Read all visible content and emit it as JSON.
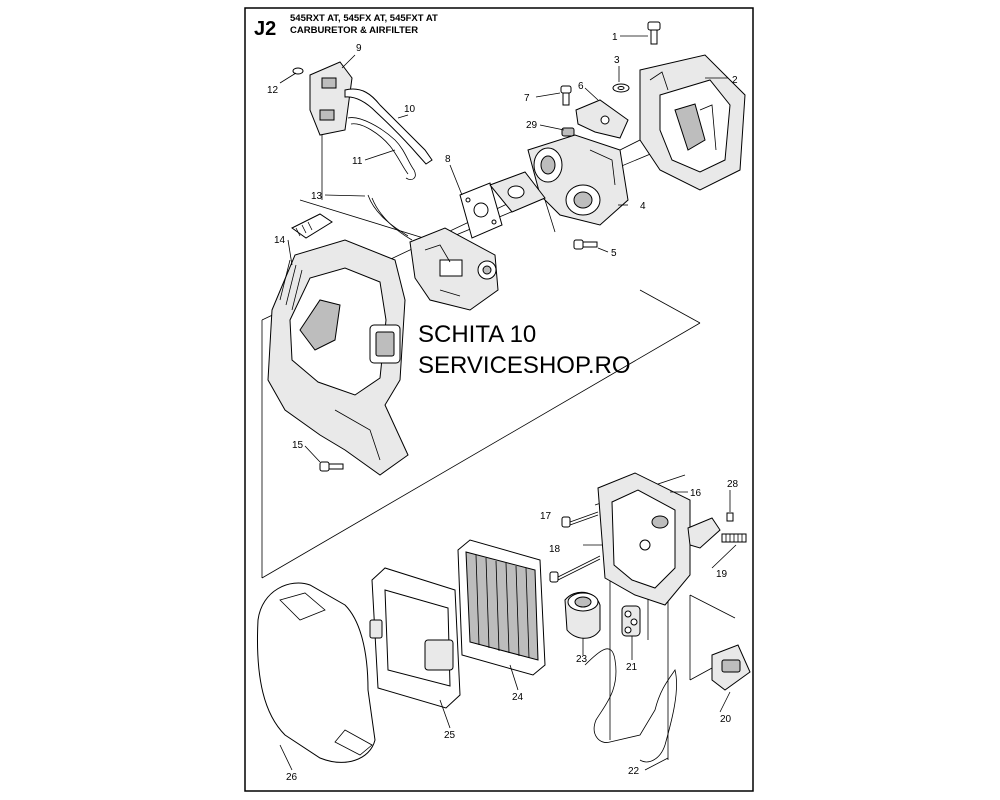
{
  "header": {
    "section_code": "J2",
    "models": "545RXT AT, 545FX AT, 545FXT AT",
    "title": "CARBURETOR & AIRFILTER"
  },
  "watermark": {
    "line1": "SCHITA 10",
    "line2": "SERVICESHOP.RO"
  },
  "callouts": [
    "1",
    "2",
    "3",
    "4",
    "5",
    "6",
    "7",
    "8",
    "9",
    "10",
    "11",
    "12",
    "13",
    "14",
    "15",
    "16",
    "17",
    "18",
    "19",
    "20",
    "21",
    "22",
    "23",
    "24",
    "25",
    "26",
    "28",
    "29"
  ]
}
